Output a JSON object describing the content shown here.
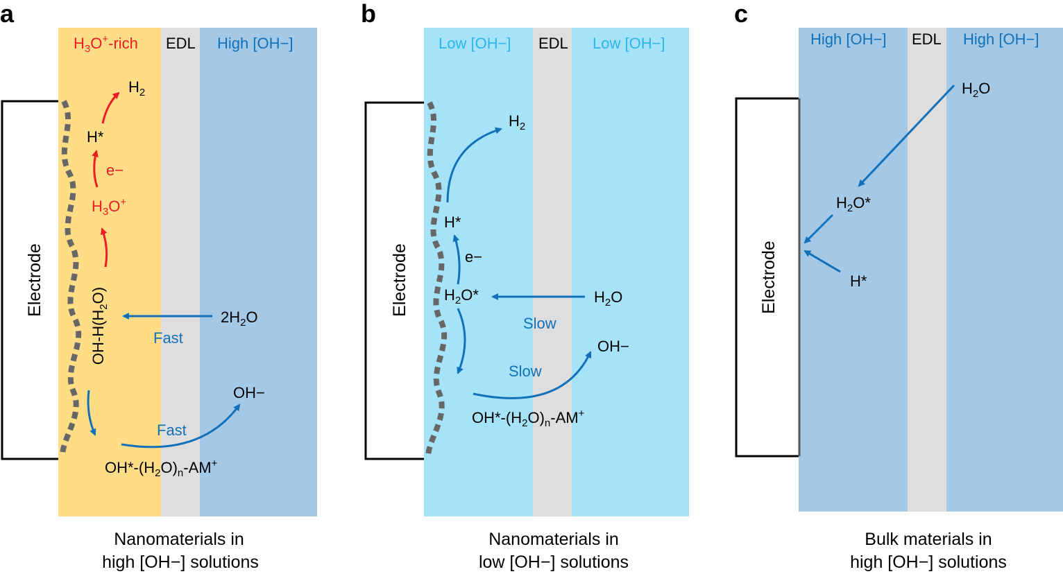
{
  "colors": {
    "yellow_zone": "#fedd86",
    "edl_gray": "#dedede",
    "high_oh_blue": "#a3c9e6",
    "low_oh_cyan": "#a6e3f9",
    "red": "#ee1c24",
    "blue_arrow": "#1170b8",
    "dots": "#666666",
    "low_label": "#2cb5e8"
  },
  "panel_a": {
    "letter": "a",
    "zones": [
      "H3O+-rich",
      "EDL",
      "High [OH−]"
    ],
    "electrode": "Electrode",
    "species": {
      "h2": "H2",
      "h_star": "H*",
      "e_minus": "e−",
      "h3o": "H3O+",
      "oh_h_h2o": "OH-H(H2O)",
      "two_h2o": "2H2O",
      "oh_minus": "OH−",
      "oh_cluster": "OH*-(H2O)n-AM+"
    },
    "arrow_labels": [
      "Fast",
      "Fast"
    ],
    "caption": [
      "Nanomaterials in",
      "high [OH−] solutions"
    ]
  },
  "panel_b": {
    "letter": "b",
    "zones": [
      "Low [OH−]",
      "EDL",
      "Low [OH−]"
    ],
    "electrode": "Electrode",
    "species": {
      "h2": "H2",
      "h_star": "H*",
      "e_minus": "e−",
      "h2o_star": "H2O*",
      "h2o": "H2O",
      "oh_minus": "OH−",
      "oh_cluster": "OH*-(H2O)n-AM+"
    },
    "arrow_labels": [
      "Slow",
      "Slow"
    ],
    "caption": [
      "Nanomaterials in",
      "low [OH−] solutions"
    ]
  },
  "panel_c": {
    "letter": "c",
    "zones": [
      "High [OH−]",
      "EDL",
      "High [OH−]"
    ],
    "electrode": "Electrode",
    "species": {
      "h2o": "H2O",
      "h2o_star": "H2O*",
      "h_star": "H*"
    },
    "caption": [
      "Bulk materials in",
      "high [OH−] solutions"
    ]
  }
}
